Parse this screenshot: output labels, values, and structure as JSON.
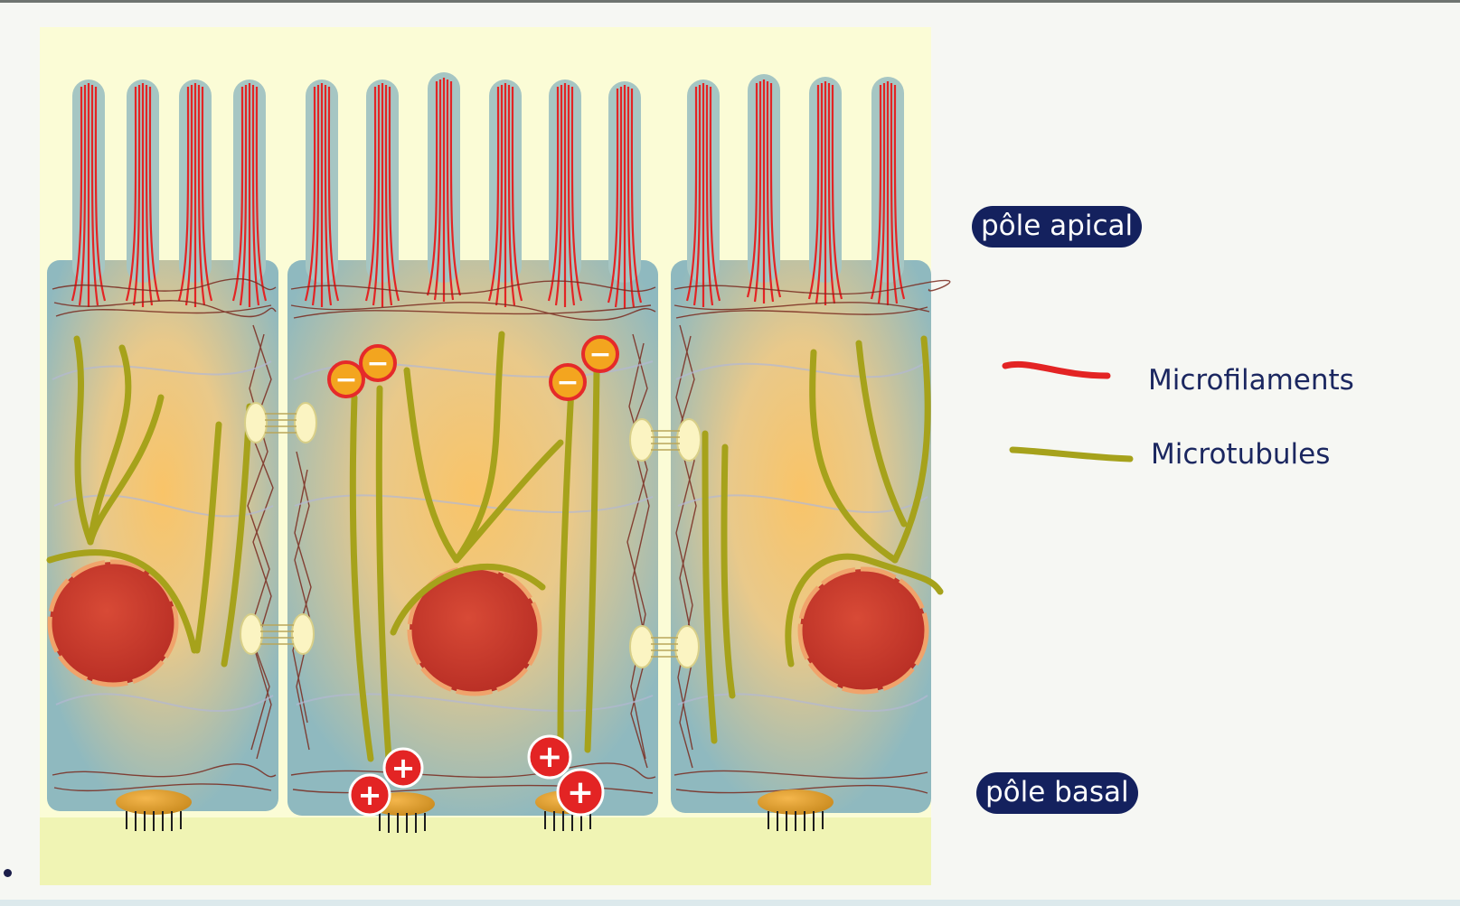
{
  "labels": {
    "apical": "pôle apical",
    "basal": "pôle basal"
  },
  "legend": [
    {
      "label": "Microfilaments",
      "color": "#e32424"
    },
    {
      "label": "Microtubules",
      "color": "#a6a21b"
    }
  ],
  "polarity_symbols": {
    "minus": "−",
    "plus": "+"
  },
  "colors": {
    "background_panel": "#fbfcd6",
    "basal_lamina": "#f0f4b4",
    "cytoplasm_edge": "#8fb9bf",
    "cytoplasm_center": "#f8c46d",
    "microfilament": "#e32424",
    "microtubule": "#a6a21b",
    "nucleus": "#c9372b",
    "label_pill": "#14215e",
    "legend_text": "#1b2760"
  },
  "icons": [
    "minus-end-icon",
    "plus-end-icon",
    "desmosome-icon",
    "hemidesmosome-icon"
  ]
}
